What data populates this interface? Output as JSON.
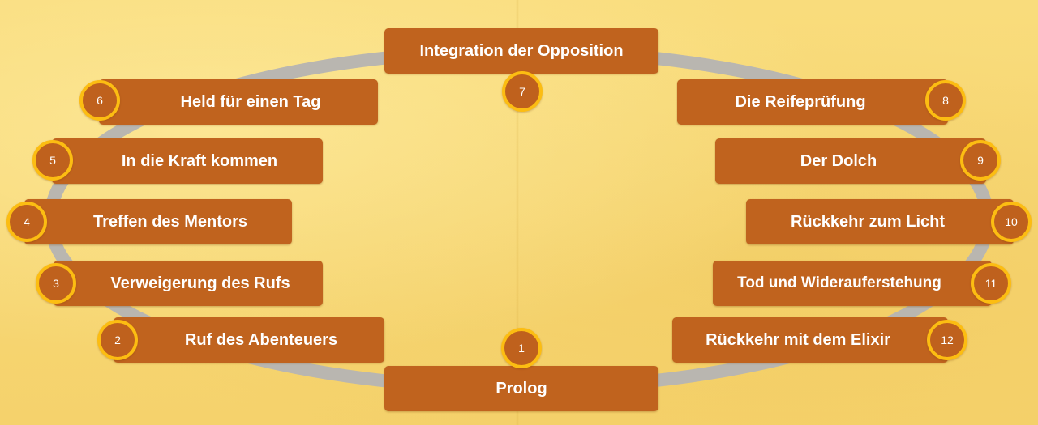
{
  "colors": {
    "background": "#f7d774",
    "stage_fill": "#c0631e",
    "badge_ring": "#fcbd12",
    "cycle_ring": "#b9b6b0",
    "text": "#ffffff"
  },
  "stages": [
    {
      "number": "1",
      "label": "Prolog"
    },
    {
      "number": "2",
      "label": "Ruf des Abenteuers"
    },
    {
      "number": "3",
      "label": "Verweigerung des Rufs"
    },
    {
      "number": "4",
      "label": "Treffen des Mentors"
    },
    {
      "number": "5",
      "label": "In die Kraft kommen"
    },
    {
      "number": "6",
      "label": "Held für einen Tag"
    },
    {
      "number": "7",
      "label": "Integration der Opposition"
    },
    {
      "number": "8",
      "label": "Die Reifeprüfung"
    },
    {
      "number": "9",
      "label": "Der Dolch"
    },
    {
      "number": "10",
      "label": "Rückkehr zum Licht"
    },
    {
      "number": "11",
      "label": "Tod und Widerauferstehung"
    },
    {
      "number": "12",
      "label": "Rückkehr mit dem Elixir"
    }
  ]
}
